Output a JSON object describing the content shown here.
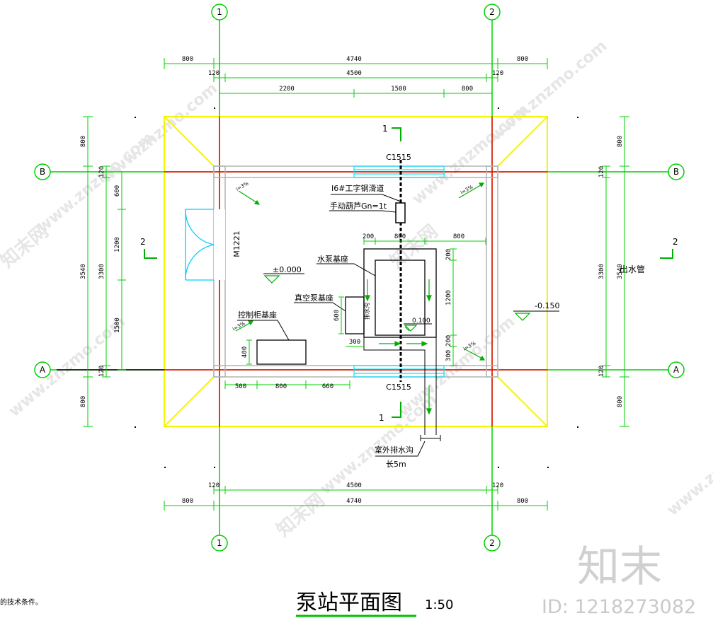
{
  "drawing": {
    "title": "泵站平面图",
    "scale": "1:50",
    "note_fragment": "的技术条件。"
  },
  "axes": {
    "x1": "1",
    "x2": "2",
    "yA": "A",
    "yB": "B"
  },
  "sections": {
    "s1": "1",
    "s2": "2"
  },
  "dimensions": {
    "top_overall": [
      "800",
      "4740",
      "800"
    ],
    "top_inner": [
      "120",
      "4500",
      "120"
    ],
    "top_parts": [
      "2200",
      "1500",
      "800"
    ],
    "bottom_inner": [
      "120",
      "4500",
      "120"
    ],
    "bottom_overall": [
      "800",
      "4740",
      "800"
    ],
    "left_outer": [
      "800",
      "3540",
      "800"
    ],
    "left_inner": [
      "120",
      "3300",
      "120"
    ],
    "left_parts": [
      "600",
      "1200",
      "1500"
    ],
    "right_outer": [
      "800",
      "3540",
      "800"
    ],
    "right_inner": [
      "120",
      "3300",
      "120"
    ],
    "pump_top": [
      "200",
      "800",
      "800"
    ],
    "pump_right": [
      "200",
      "1200",
      "200",
      "300"
    ],
    "vacuum": [
      "600",
      "300"
    ],
    "cabinet": [
      "400"
    ],
    "floor_bottom": [
      "500",
      "800",
      "660"
    ]
  },
  "labels": {
    "window_top": "C1515",
    "window_bottom": "C1515",
    "door": "M1221",
    "rail": "I6#工字钢滑道",
    "hoist": "手动葫芦Gn=1t",
    "pump_base": "水泵基座",
    "vacuum_base": "真空泵基座",
    "cabinet_base": "控制柜基座",
    "elev_floor": "±0.000",
    "elev_outside": "-0.150",
    "elev_pump": "0.100",
    "outlet": "出水管",
    "drain": "室外排水沟",
    "drain_len": "长5m",
    "slope": "i=3%",
    "pipe_mark": "排水沟"
  },
  "watermark": {
    "brand": "知末",
    "id": "ID: 1218273082",
    "site": "www.znzmo.com",
    "site_cn": "知末网"
  },
  "colors": {
    "axis_green": "#00d000",
    "axis_red": "#ff0000",
    "apron_yellow": "#f5f500",
    "wall_grey": "#b4b4b4",
    "window_cyan": "#00e5ff",
    "title_underline": "#00c000"
  }
}
